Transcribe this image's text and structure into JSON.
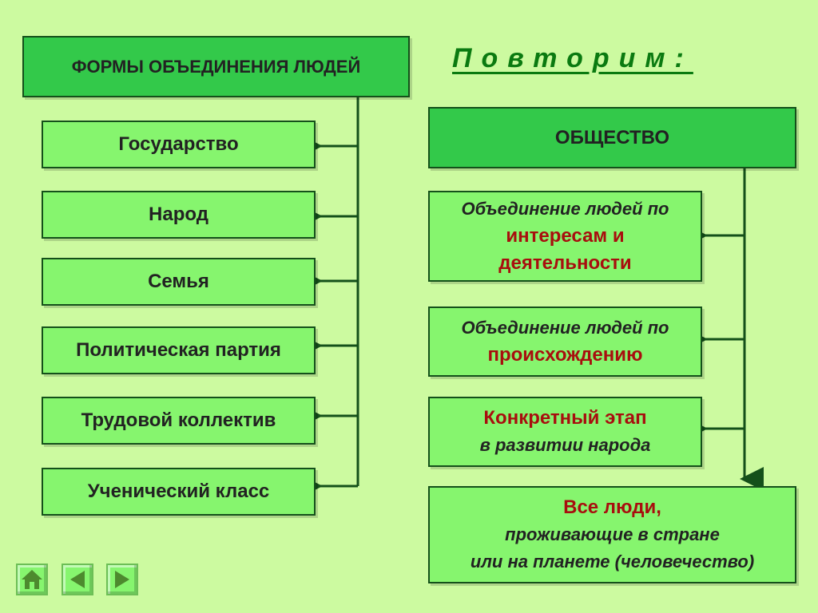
{
  "left": {
    "header": "ФОРМЫ ОБЪЕДИНЕНИЯ ЛЮДЕЙ",
    "items": [
      "Государство",
      "Народ",
      "Семья",
      "Политическая партия",
      "Трудовой коллектив",
      "Ученический класс"
    ]
  },
  "repeat_title": "Повторим:",
  "right": {
    "header": "ОБЩЕСТВО",
    "items": [
      {
        "lines": [
          {
            "text": "Объединение людей по",
            "style": "italic"
          },
          {
            "text": "интересам и",
            "style": "red"
          },
          {
            "text": "деятельности",
            "style": "red"
          }
        ]
      },
      {
        "lines": [
          {
            "text": "Объединение людей по",
            "style": "italic"
          },
          {
            "text": "происхождению",
            "style": "red"
          }
        ]
      },
      {
        "lines": [
          {
            "text": "Конкретный этап",
            "style": "red"
          },
          {
            "text": "в развитии народа",
            "style": "italic"
          }
        ]
      },
      {
        "lines": [
          {
            "text": "Все люди,",
            "style": "red"
          },
          {
            "text": "проживающие в стране",
            "style": "italic"
          },
          {
            "text": "или на планете (человечество)",
            "style": "italic"
          }
        ]
      }
    ]
  },
  "nav": {
    "home_icon": "home-icon",
    "prev_icon": "arrow-left-icon",
    "next_icon": "arrow-right-icon",
    "icon_color": "#4d8a2e"
  },
  "colors": {
    "background": "#ccfaa0",
    "box_fill": "#86f56e",
    "header_fill": "#33c94a",
    "border": "#14501a",
    "accent_red": "#a80e0e",
    "title_green": "#0a7a10"
  }
}
